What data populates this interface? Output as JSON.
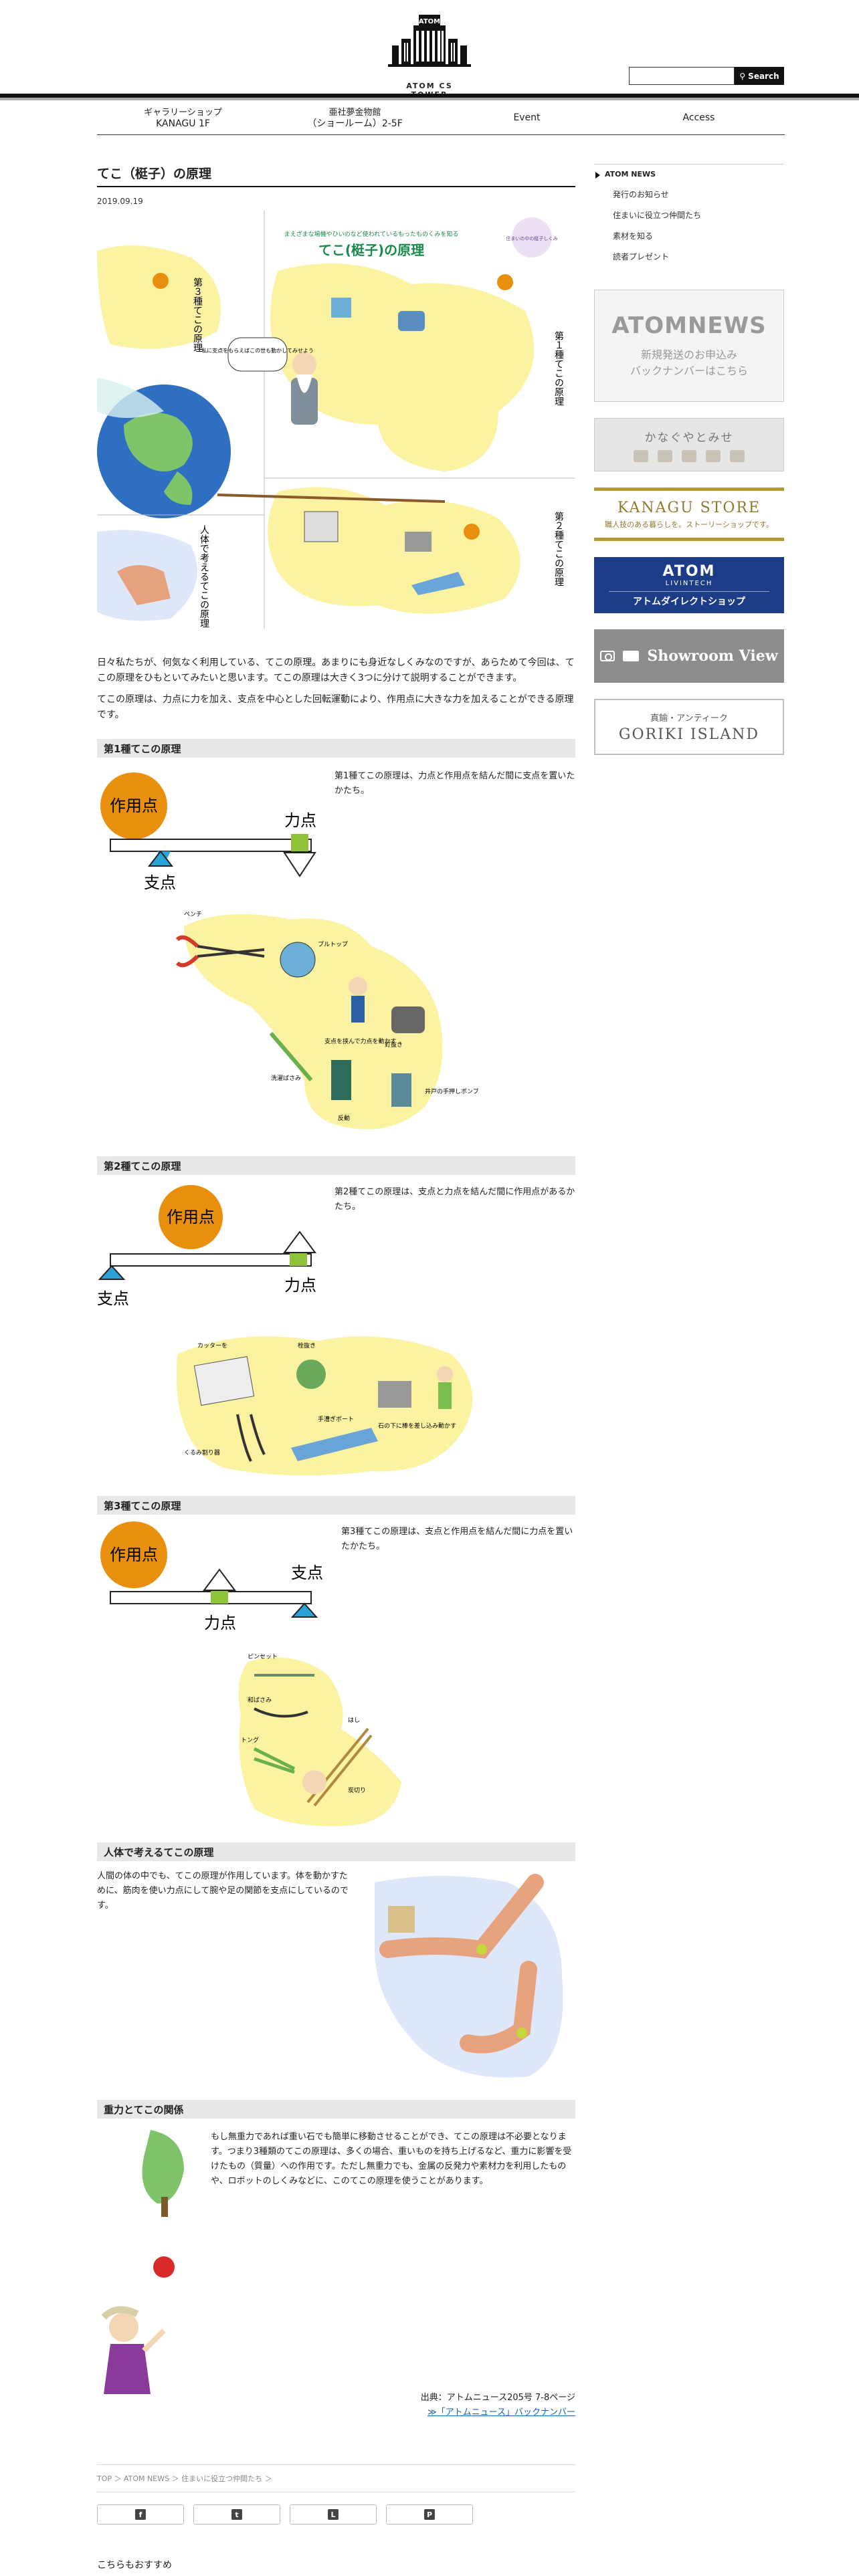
{
  "header": {
    "logo_title": "ATOM",
    "logo_text": "ATOM CS TOWER",
    "search_placeholder": "",
    "search_label": "Search"
  },
  "nav": [
    {
      "line1": "ギャラリーショップ",
      "line2": "KANAGU 1F"
    },
    {
      "line1": "亜社夢金物館",
      "line2": "（ショールーム）2-5F"
    },
    {
      "line1": "Event",
      "line2": ""
    },
    {
      "line1": "Access",
      "line2": ""
    }
  ],
  "sidebar": {
    "heading": "ATOM NEWS",
    "links": [
      "発行のお知らせ",
      "住まいに役立つ仲間たち",
      "素材を知る",
      "読者プレゼント"
    ],
    "banners": {
      "news_title": "ATOMNEWS",
      "news_line1": "新規発送のお申込み",
      "news_line2": "バックナンバーはこちら",
      "kana_title": "かなぐやとみせ",
      "kanagu_title": "KANAGU STORE",
      "kanagu_sub": "職人技のある暮らしを。ストーリーショップです。",
      "direct_title": "ATOM",
      "direct_sub": "LIVINTECH",
      "direct_label": "アトムダイレクトショップ",
      "show_title": "Showroom View",
      "goriki_sub": "真鍮・アンティーク",
      "goriki_title": "GORIKI ISLAND"
    }
  },
  "article": {
    "title": "てこ（梃子）の原理",
    "date": "2019.09.19",
    "hero": {
      "heading": "てこ(梃子)の原理",
      "lead": "まえざまな場機やひいのなど使われているもったものくみを知る",
      "badge": "住まいの中の梃子しくみ",
      "type1": "第１種てこの原理",
      "type2": "第２種てこの原理",
      "type3": "第３種てこの原理",
      "body": "人体で考えるてこの原理",
      "bubble": "私に支点をもらえばこの世も動かしてみせよう"
    },
    "intro1": "日々私たちが、何気なく利用している、てこの原理。あまりにも身近なしくみなのですが、あらためて今回は、てこの原理をひもといてみたいと思います。てこの原理は大きく3つに分けて説明することができます。",
    "intro2": "てこの原理は、力点に力を加え、支点を中心とした回転運動により、作用点に大きな力を加えることができる原理です。",
    "labels": {
      "action": "作用点",
      "effort": "力点",
      "fulcrum": "支点"
    },
    "sections": [
      {
        "heading": "第1種てこの原理",
        "text": "第1種てこの原理は、力点と作用点を結んだ間に支点を置いたかたち。",
        "items": [
          "ペンチ",
          "プルトップ",
          "支点を挟んで力点を動かす",
          "釘抜き",
          "洗濯ばさみ",
          "井戸の手押しポンプ",
          "反動"
        ]
      },
      {
        "heading": "第2種てこの原理",
        "text": "第2種てこの原理は、支点と力点を結んだ間に作用点があるかたち。",
        "items": [
          "カッターを",
          "栓抜き",
          "くるみ割り器",
          "手漕ぎボート",
          "石の下に棒を差し込み動かす"
        ]
      },
      {
        "heading": "第3種てこの原理",
        "text": "第3種てこの原理は、支点と作用点を結んだ間に力点を置いたかたち。",
        "items": [
          "ピンセット",
          "和ばさみ",
          "トング",
          "はし",
          "炭切り"
        ]
      },
      {
        "heading": "人体で考えるてこの原理",
        "text": "人間の体の中でも、てこの原理が作用しています。体を動かすために、筋肉を使い力点にして腕や足の関節を支点にしているのです。"
      },
      {
        "heading": "重力とてこの関係",
        "text": "もし無重力であれば重い石でも簡単に移動させることができ、てこの原理は不必要となります。つまり3種類のてこの原理は、多くの場合、重いものを持ち上げるなど、重力に影響を受けたもの（質量）への作用です。ただし無重力でも、金属の反発力や素材力を利用したものや、ロボットのしくみなどに、このてこの原理を使うことがあります。"
      }
    ],
    "credit_line": "出典：アトムニュース205号 7-8ページ",
    "credit_link": "≫「アトムニュース」バックナンバー",
    "breadcrumb": "TOP ＞ ATOM NEWS ＞ 住まいに役立つ仲間たち ＞",
    "share": [
      "f",
      "t",
      "L",
      "P"
    ],
    "recommend": "こちらもおすすめ"
  },
  "colors": {
    "action": "#e8900e",
    "effort": "#8fc43a",
    "fulcrum": "#2aa2d8",
    "blob": "#fbf2a2",
    "nav_directbg": "#1d3c87"
  }
}
